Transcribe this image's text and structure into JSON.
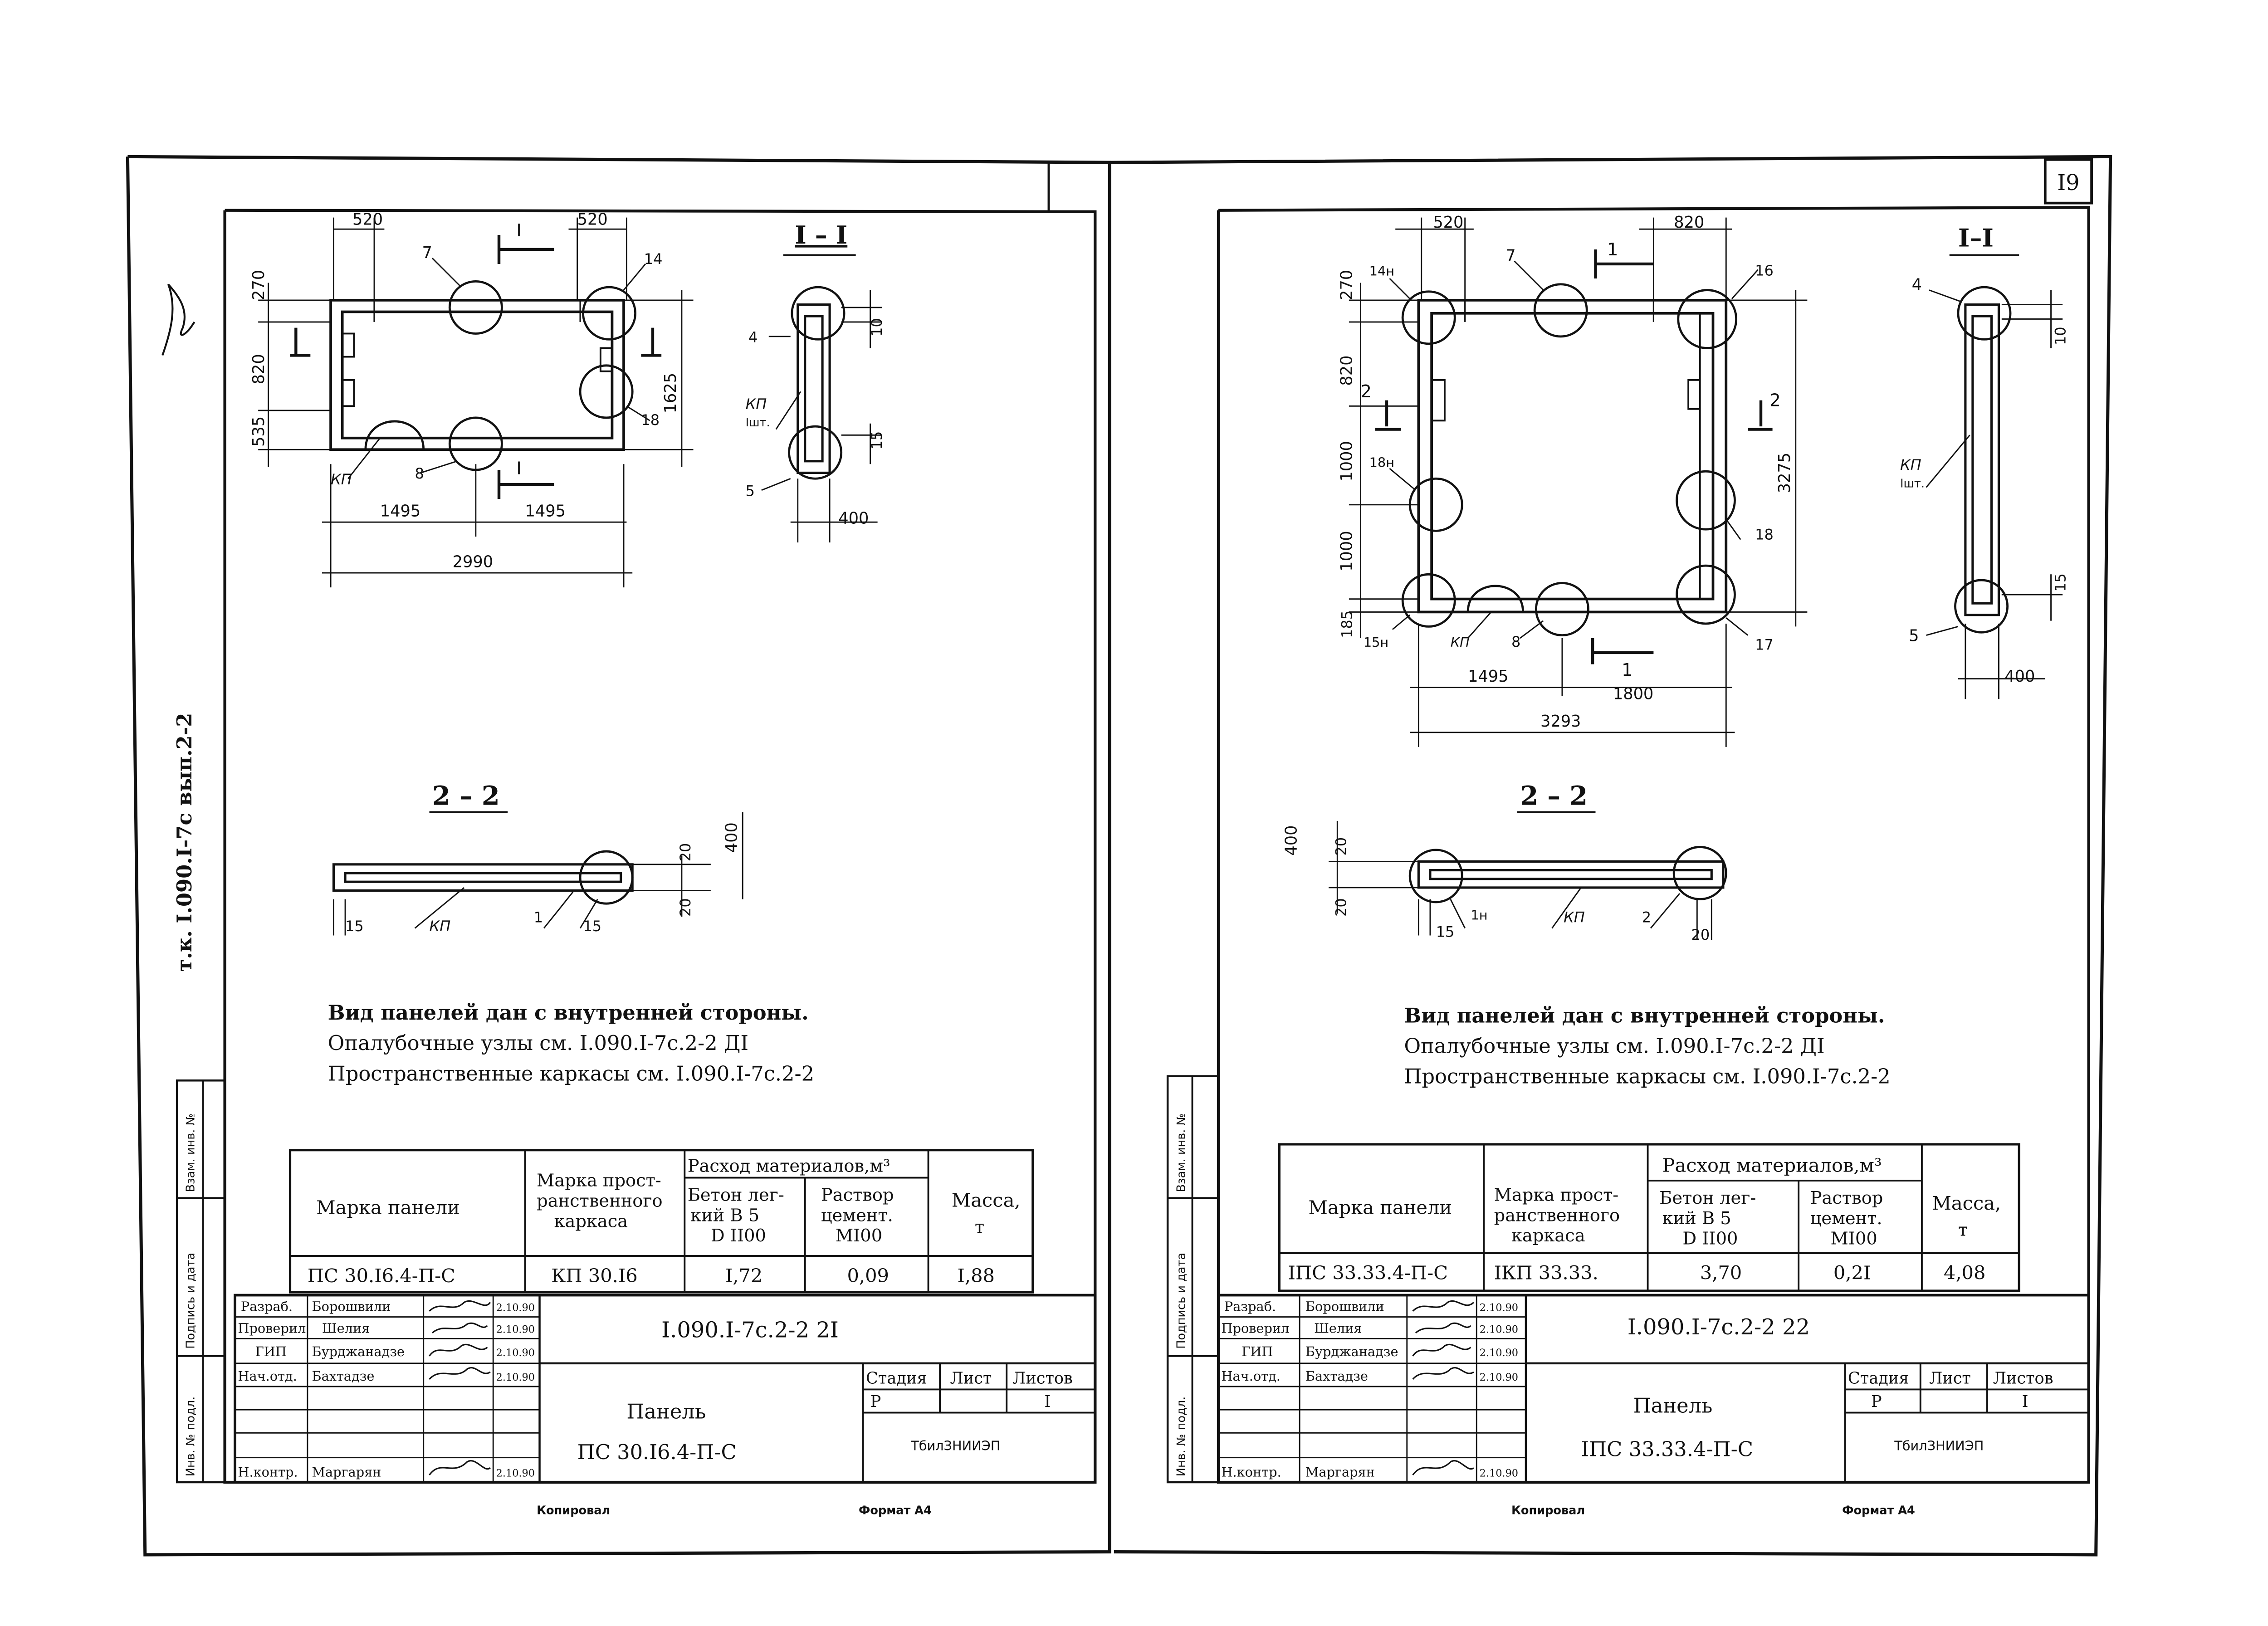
{
  "page_number": "I9",
  "side_stamp_left": "т.к. I.090.I-7с вып.2-2",
  "sheets": [
    {
      "id": "left",
      "section_1": "I – I",
      "section_2": "2 – 2",
      "plan_dims": {
        "d520a": "520",
        "d520b": "520",
        "d270": "270",
        "d820": "820",
        "d535": "535",
        "d1625": "1625",
        "d1495a": "1495",
        "d1495b": "1495",
        "d2990": "2990"
      },
      "plan_callouts": {
        "c7": "7",
        "c14": "14",
        "c18": "18",
        "c8": "8",
        "ckp": "КП"
      },
      "plan_cut_marks": {
        "i1": "I",
        "i2": "I"
      },
      "sec1": {
        "c4": "4",
        "c5": "5",
        "kp": "КП",
        "kp_qty": "Iшт.",
        "d10": "10",
        "d15": "15",
        "d400": "400"
      },
      "sec2": {
        "d15a": "15",
        "kp": "КП",
        "c1": "1",
        "d15b": "15",
        "d20a": "20",
        "d20b": "20",
        "d400": "400"
      },
      "notes": [
        "Вид панелей дан с внутренней стороны.",
        "Опалубочные узлы см. I.090.I-7с.2-2 ДI",
        "Пространственные каркасы см. I.090.I-7с.2-2"
      ],
      "table": {
        "h_mark": "Марка панели",
        "h_frame": [
          "Марка прост-",
          "ранственного",
          "каркаса"
        ],
        "h_materials": "Расход материалов,м³",
        "h_concrete": [
          "Бетон лег-",
          "кий В 5",
          "D II00"
        ],
        "h_mortar": [
          "Раствор",
          "цемент.",
          "МI00"
        ],
        "h_mass": [
          "Масса,",
          "т"
        ],
        "row": {
          "mark": "ПС 30.I6.4-П-С",
          "frame": "КП 30.I6",
          "concrete": "I,72",
          "mortar": "0,09",
          "mass": "I,88"
        }
      },
      "title_block": {
        "code": "I.090.I-7с.2-2 2I",
        "roles": [
          "Разраб.",
          "Проверил",
          "ГИП",
          "Нач.отд.",
          "",
          "",
          "Н.контр."
        ],
        "names": [
          "Борошвили",
          "Шелия",
          "Бурджанадзе",
          "Бахтадзе",
          "",
          "",
          "Маргарян"
        ],
        "dates": [
          "2.10.90",
          "2.10.90",
          "2.10.90",
          "2.10.90",
          "",
          "",
          "2.10.90"
        ],
        "stage_label": "Стадия",
        "sheet_label": "Лист",
        "sheets_label": "Листов",
        "stage": "Р",
        "sheet": "",
        "sheets": "I",
        "title_1": "Панель",
        "title_2": "ПС 30.I6.4-П-С",
        "org": "ТбилЗНИИЭП"
      },
      "side_labels": [
        "Взам. инв. №",
        "Подпись и дата",
        "Инв. № подл."
      ],
      "footer_copied": "Копировал",
      "footer_format": "Формат А4"
    },
    {
      "id": "right",
      "section_1": "I–I",
      "section_2": "2 – 2",
      "plan_dims": {
        "d520": "520",
        "d820": "820",
        "d270": "270",
        "d820v": "820",
        "d1000a": "1000",
        "d1000b": "1000",
        "d185": "185",
        "d3275": "3275",
        "d1495": "1495",
        "d1800": "1800",
        "d3293": "3293"
      },
      "plan_callouts": {
        "c7": "7",
        "c14n": "14н",
        "c16": "16",
        "c18n": "18н",
        "c18": "18",
        "c15n": "15н",
        "ckp": "КП",
        "c8": "8",
        "c17": "17"
      },
      "plan_cut_marks": {
        "i1": "1",
        "i1b": "1",
        "i2": "2",
        "i2b": "2"
      },
      "sec1": {
        "c4": "4",
        "c5": "5",
        "kp": "КП",
        "kp_qty": "Iшт.",
        "d10": "10",
        "d15": "15",
        "d400": "400"
      },
      "sec2": {
        "d400": "400",
        "d20a": "20",
        "d20b": "20",
        "d15": "15",
        "c1n": "1н",
        "kp": "КП",
        "c2": "2",
        "d20c": "20"
      },
      "notes": [
        "Вид панелей дан с внутренней стороны.",
        "Опалубочные узлы см. I.090.I-7с.2-2 ДI",
        "Пространственные каркасы см. I.090.I-7с.2-2"
      ],
      "table": {
        "h_mark": "Марка панели",
        "h_frame": [
          "Марка прост-",
          "ранственного",
          "каркаса"
        ],
        "h_materials": "Расход материалов,м³",
        "h_concrete": [
          "Бетон лег-",
          "кий В 5",
          "D II00"
        ],
        "h_mortar": [
          "Раствор",
          "цемент.",
          "МI00"
        ],
        "h_mass": [
          "Масса,",
          "т"
        ],
        "row": {
          "mark": "IПС 33.33.4-П-С",
          "frame": "IКП 33.33.",
          "concrete": "3,70",
          "mortar": "0,2I",
          "mass": "4,08"
        }
      },
      "title_block": {
        "code": "I.090.I-7с.2-2 22",
        "roles": [
          "Разраб.",
          "Проверил",
          "ГИП",
          "Нач.отд.",
          "",
          "",
          "Н.контр."
        ],
        "names": [
          "Борошвили",
          "Шелия",
          "Бурджанадзе",
          "Бахтадзе",
          "",
          "",
          "Маргарян"
        ],
        "dates": [
          "2.10.90",
          "2.10.90",
          "2.10.90",
          "2.10.90",
          "",
          "",
          "2.10.90"
        ],
        "stage_label": "Стадия",
        "sheet_label": "Лист",
        "sheets_label": "Листов",
        "stage": "Р",
        "sheet": "",
        "sheets": "I",
        "title_1": "Панель",
        "title_2": "IПС 33.33.4-П-С",
        "org": "ТбилЗНИИЭП"
      },
      "side_labels": [
        "Взам. инв. №",
        "Подпись и дата",
        "Инв. № подл."
      ],
      "footer_copied": "Копировал",
      "footer_format": "Формат А4"
    }
  ]
}
